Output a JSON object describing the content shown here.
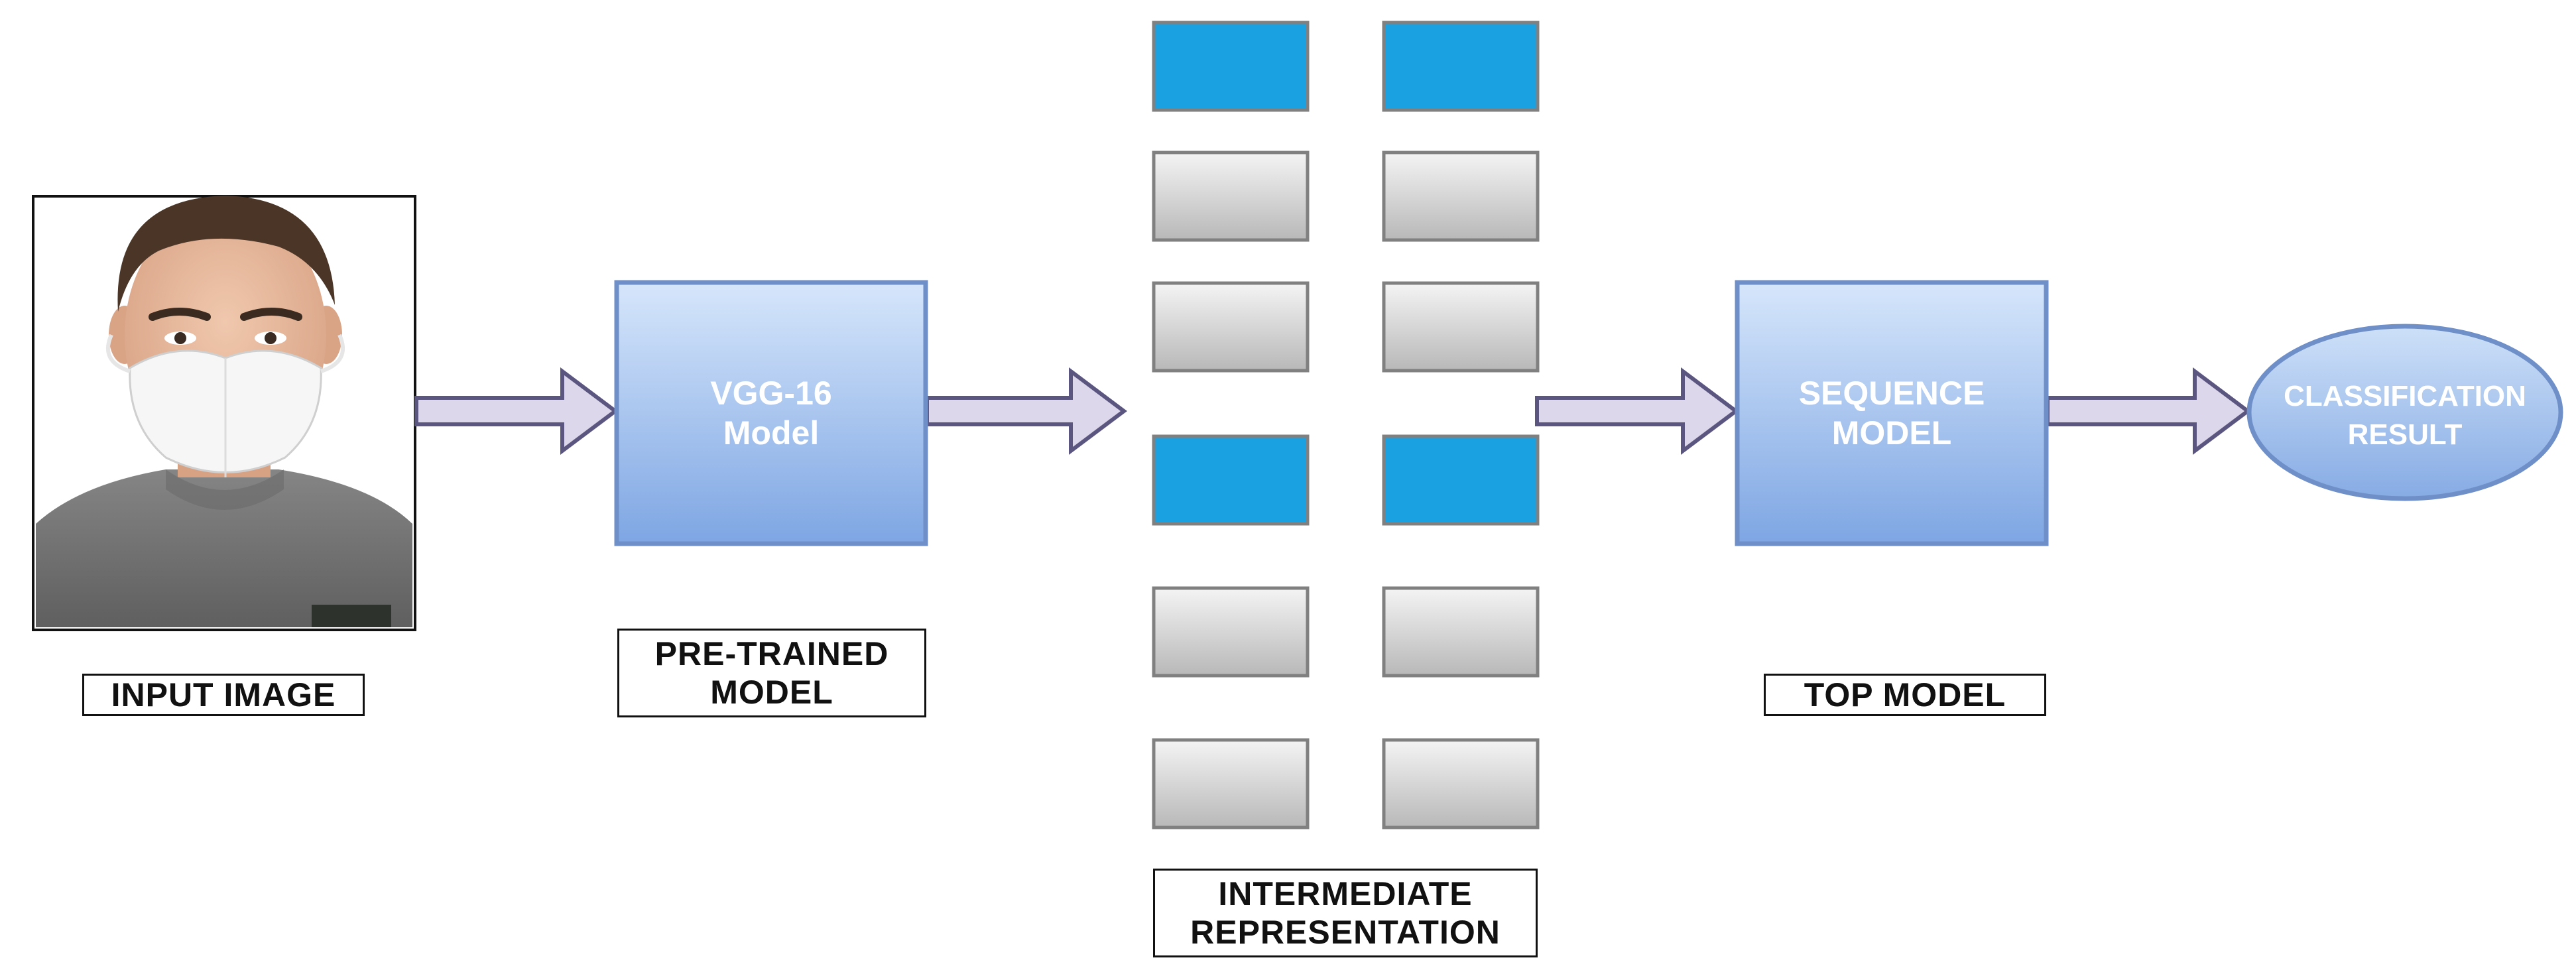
{
  "colors": {
    "model_box_top": "#d6e6fb",
    "model_box_bottom": "#7ea6e3",
    "model_box_border": "#6f8fc8",
    "active_block": "#1aa1e2",
    "inactive_block_top": "#f4f4f4",
    "inactive_block_bottom": "#b8b8b8",
    "block_border": "#808080",
    "arrow_fill": "#dcd7ea",
    "arrow_stroke": "#5b567f"
  },
  "input_image": {
    "icon": "person-wearing-face-mask-photo",
    "caption": "INPUT IMAGE"
  },
  "pretrained": {
    "box_line1": "VGG-16",
    "box_line2": "Model",
    "caption_line1": "PRE-TRAINED",
    "caption_line2": "MODEL"
  },
  "intermediate": {
    "block_states": [
      [
        true,
        true
      ],
      [
        false,
        false
      ],
      [
        false,
        false
      ],
      [
        true,
        true
      ],
      [
        false,
        false
      ],
      [
        false,
        false
      ]
    ],
    "caption_line1": "INTERMEDIATE",
    "caption_line2": "REPRESENTATION"
  },
  "top_model": {
    "box_line1": "SEQUENCE",
    "box_line2": "MODEL",
    "caption": "TOP MODEL"
  },
  "result": {
    "line1": "CLASSIFICATION",
    "line2": "RESULT"
  }
}
